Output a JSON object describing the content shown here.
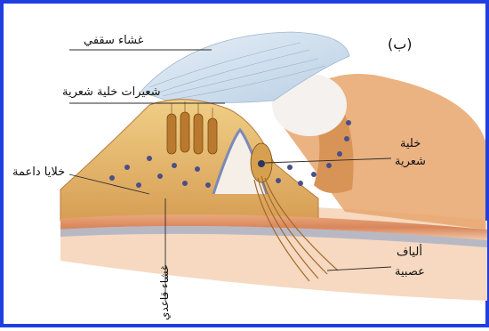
{
  "panel_label": "(ب)",
  "labels": {
    "tectorial_membrane": "غشاء سقفي",
    "hair_cell_hairs": "شعيرات خلية شعرية",
    "supporting_cells": "خلايا داعمة",
    "hair_cell_line1": "خلية",
    "hair_cell_line2": "شعرية",
    "nerve_fibers_line1": "ألياف",
    "nerve_fibers_line2": "عصبية",
    "basilar_membrane": "غشاء قاعدي"
  },
  "colors": {
    "border": "#1f3fe0",
    "tectorial": "#cfe0f0",
    "tissue": "#e2b26a",
    "membrane_red": "#c75a3a",
    "nuclei": "#4a4f8a"
  }
}
